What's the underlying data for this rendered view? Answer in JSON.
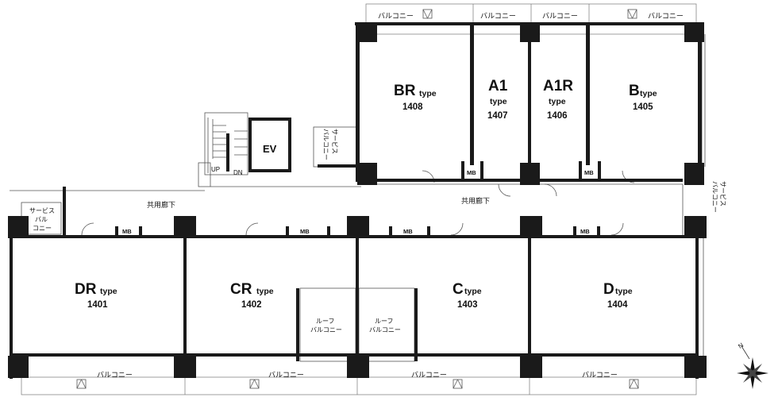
{
  "units": [
    {
      "id": "br",
      "name": "BR",
      "suffix": "type",
      "number": "1408"
    },
    {
      "id": "a1",
      "name": "A1",
      "suffix": "type",
      "number": "1407"
    },
    {
      "id": "a1r",
      "name": "A1R",
      "suffix": "type",
      "number": "1406"
    },
    {
      "id": "b",
      "name": "B",
      "suffix": "type",
      "number": "1405"
    },
    {
      "id": "dr",
      "name": "DR",
      "suffix": "type",
      "number": "1401"
    },
    {
      "id": "cr",
      "name": "CR",
      "suffix": "type",
      "number": "1402"
    },
    {
      "id": "c",
      "name": "C",
      "suffix": "type",
      "number": "1403"
    },
    {
      "id": "d",
      "name": "D",
      "suffix": "type",
      "number": "1404"
    }
  ],
  "labels": {
    "balcony": "バルコニー",
    "corridor": "共用廊下",
    "ev": "EV",
    "up": "UP",
    "dn": "DN",
    "mb": "MB",
    "roof_balcony_line1": "ルーフ",
    "roof_balcony_line2": "バルコニー",
    "service_balcony_line1": "サービス",
    "service_balcony_line2": "バル",
    "service_balcony_line3": "コニー",
    "service_balcony_v1": "サービス",
    "service_balcony_v2": "バルコニー",
    "compass_n": "N"
  }
}
